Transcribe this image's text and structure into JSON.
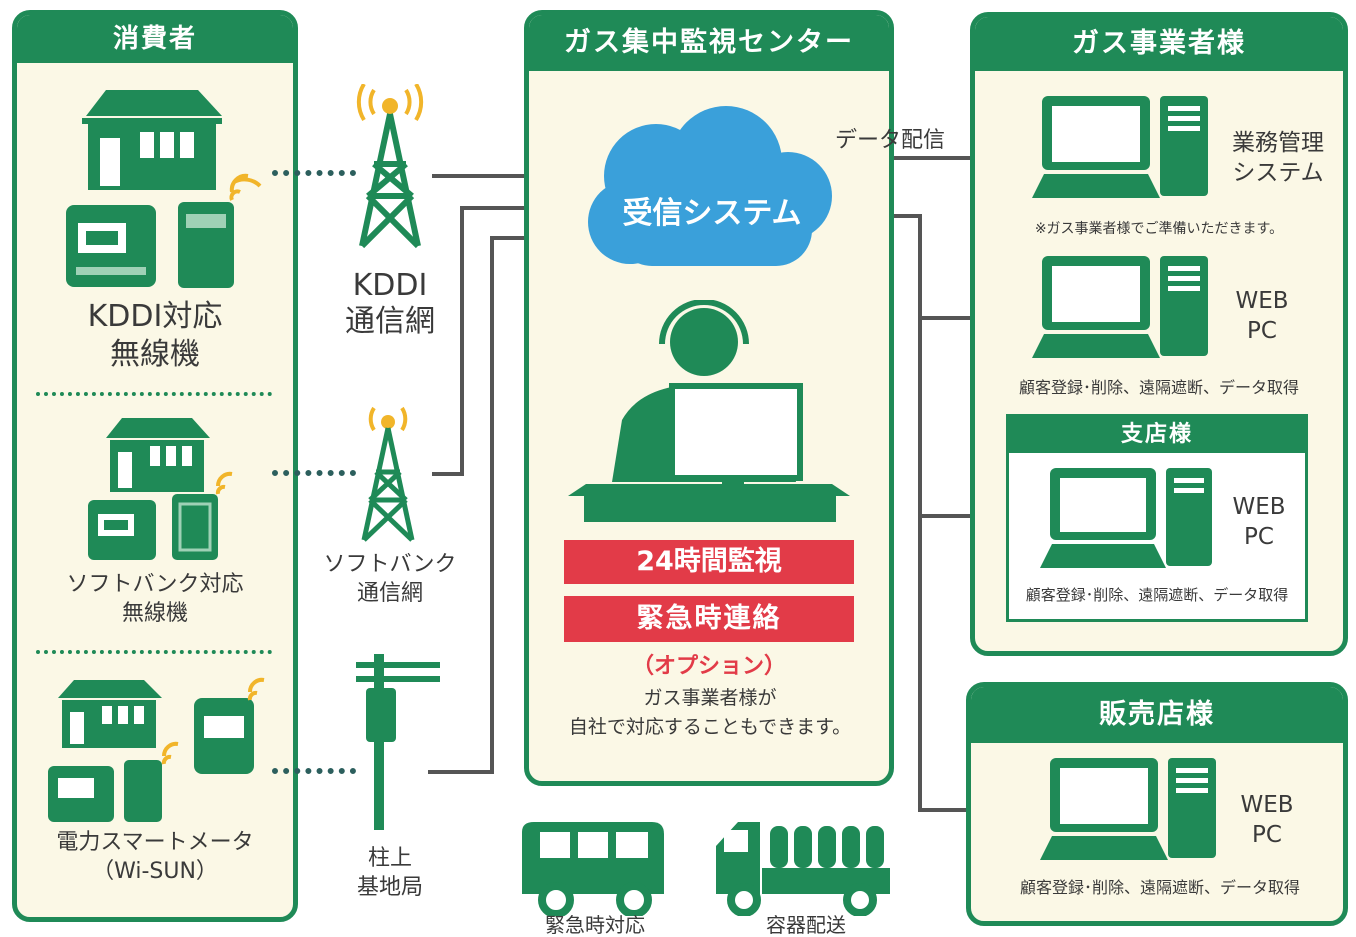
{
  "consumer": {
    "title": "消費者",
    "kddi_device": "KDDI対応\n無線機",
    "softbank_device": "ソフトバンク対応\n無線機",
    "smart_meter": "電力スマートメータ\n（Wi-SUN）"
  },
  "networks": {
    "kddi": "KDDI\n通信網",
    "softbank": "ソフトバンク\n通信網",
    "pole": "柱上\n基地局"
  },
  "center": {
    "title": "ガス集中監視センター",
    "cloud": "受信システム",
    "monitor": "24時間監視",
    "emergency": "緊急時連絡",
    "option": "（オプション）",
    "note": "ガス事業者様が\n自社で対応することもできます。"
  },
  "data_delivery": "データ配信",
  "vehicles": {
    "emergency": "緊急時対応",
    "delivery": "容器配送"
  },
  "operator": {
    "title": "ガス事業者様",
    "system": "業務管理\nシステム",
    "system_note": "※ガス事業者様でご準備いただきます。",
    "web_pc": "WEB\nPC",
    "web_desc": "顧客登録･削除、遠隔遮断、データ取得",
    "branch_title": "支店様",
    "branch_pc": "WEB\nPC",
    "branch_desc": "顧客登録･削除、遠隔遮断、データ取得"
  },
  "dealer": {
    "title": "販売店様",
    "web_pc": "WEB\nPC",
    "web_desc": "顧客登録･削除、遠隔遮断、データ取得"
  },
  "colors": {
    "green": "#1f8a57",
    "red": "#e23b48",
    "cloud": "#3aa0da",
    "cream": "#fbf8e6"
  }
}
